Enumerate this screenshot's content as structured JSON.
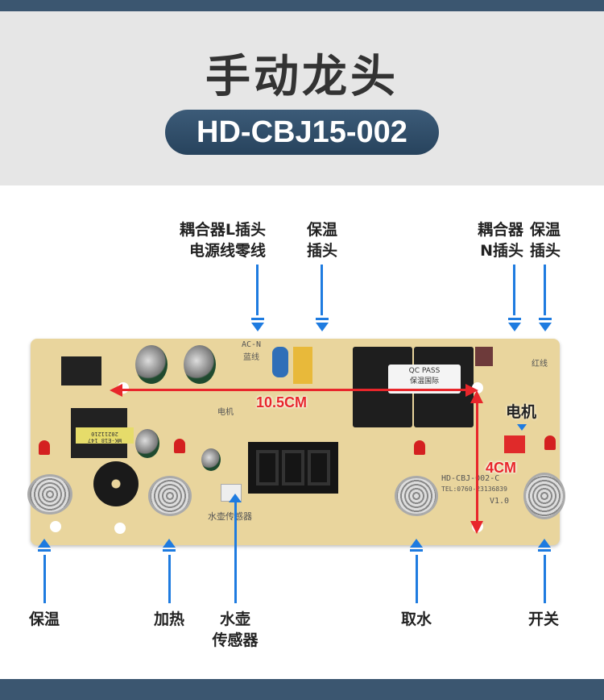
{
  "header": {
    "title": "手动龙头",
    "model": "HD-CBJ15-002"
  },
  "top_labels": [
    {
      "line1": "耦合器L插头",
      "line2": "电源线零线"
    },
    {
      "line1": "保温",
      "line2": "插头"
    },
    {
      "line1": "耦合器",
      "line2": "N插头"
    },
    {
      "line1": "保温",
      "line2": "插头"
    }
  ],
  "bottom_labels": [
    {
      "line1": "保温"
    },
    {
      "line1": "加热"
    },
    {
      "line1": "水壶",
      "line2": "传感器"
    },
    {
      "line1": "取水"
    },
    {
      "line1": "开关"
    }
  ],
  "dimensions": {
    "width": "10.5CM",
    "height": "4CM"
  },
  "motor_label": "电机",
  "pcb": {
    "board_id": "HD-CBJ-002-C",
    "tel": "TEL:0760-23136839",
    "version": "V1.0",
    "sensor_silk": "水壶传感器",
    "qc": "QC PASS",
    "qc_sub": "保温国际",
    "ac_n": "AC-N",
    "blue_wire": "蓝线",
    "red_wire": "红线",
    "motor_silk": "电机",
    "transformer": "WK-E18 147 20211210"
  },
  "colors": {
    "accent": "#1e7be0",
    "dimension": "#e8262b",
    "header_pill": "#2f4c66"
  }
}
